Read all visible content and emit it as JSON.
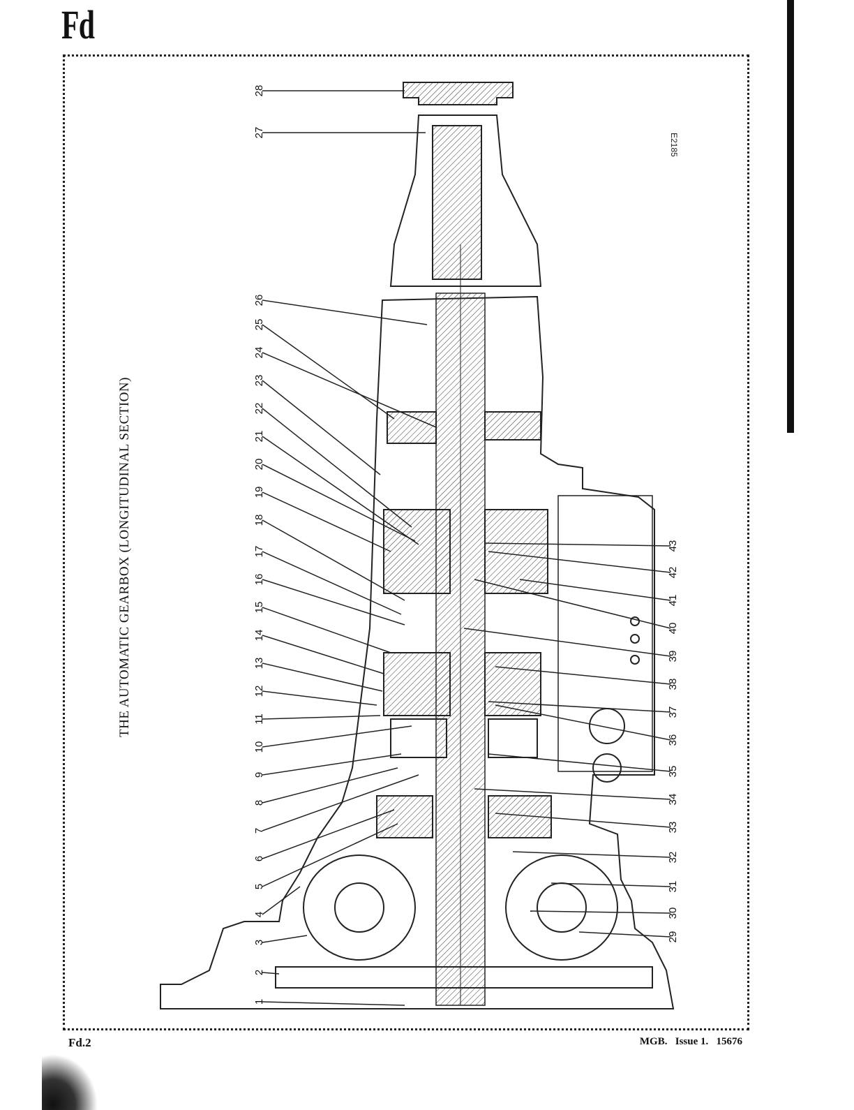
{
  "page": {
    "section_code": "Fd",
    "page_ref": "Fd.2",
    "footer": {
      "model": "MGB.",
      "issue": "Issue 1.",
      "number": "15676"
    }
  },
  "figure": {
    "title": "THE AUTOMATIC GEARBOX (LONGITUDINAL SECTION)",
    "drawing_ref": "E2185",
    "callouts_left": [
      "28",
      "27",
      "26",
      "25",
      "24",
      "23",
      "22",
      "21",
      "20",
      "19",
      "18",
      "17",
      "16",
      "15",
      "14",
      "13",
      "12",
      "11",
      "10",
      "9",
      "8",
      "7",
      "6",
      "5",
      "4",
      "3",
      "2",
      "1"
    ],
    "callouts_right": [
      "43",
      "42",
      "41",
      "40",
      "39",
      "38",
      "37",
      "36",
      "35",
      "34",
      "33",
      "32",
      "31",
      "30",
      "29"
    ]
  }
}
